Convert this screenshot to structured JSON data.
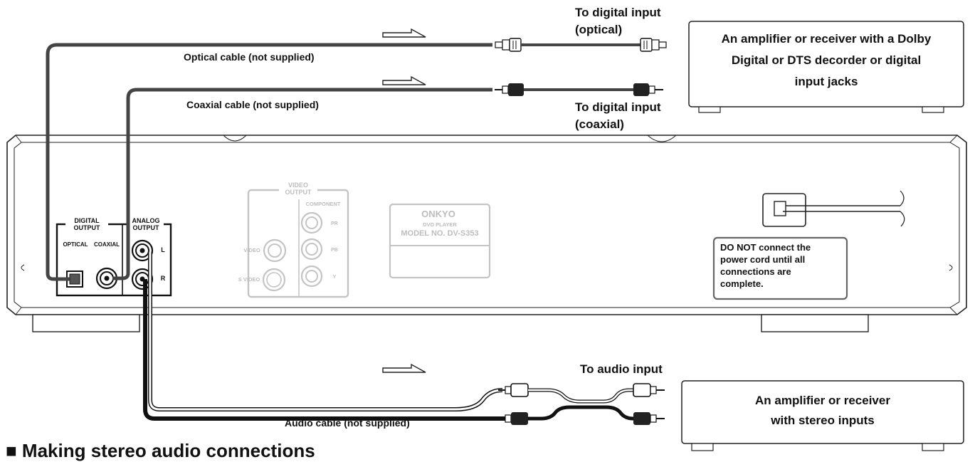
{
  "labels": {
    "to_digital_optical_1": "To digital input",
    "to_digital_optical_2": "(optical)",
    "optical_cable": "Optical cable (not supplied)",
    "coaxial_cable": "Coaxial cable (not supplied)",
    "to_digital_coaxial_1": "To digital input",
    "to_digital_coaxial_2": "(coaxial)",
    "to_audio_input": "To audio input",
    "audio_cable": "Audio cable (not supplied)"
  },
  "amp_digital": {
    "line1": "An amplifier or receiver with a Dolby",
    "line2": "Digital or DTS decorder or digital",
    "line3": "input jacks"
  },
  "amp_stereo": {
    "line1": "An amplifier or receiver",
    "line2": "with stereo inputs"
  },
  "player_panel": {
    "digital_output_1": "DIGITAL",
    "digital_output_2": "OUTPUT",
    "analog_output_1": "ANALOG",
    "analog_output_2": "OUTPUT",
    "optical": "OPTICAL",
    "coaxial": "COAXIAL",
    "left": "L",
    "right": "R",
    "video_output_1": "VIDEO",
    "video_output_2": "OUTPUT",
    "component": "COMPONENT",
    "video": "VIDEO",
    "s_video": "S VIDEO",
    "pr": "PR",
    "pb": "PB",
    "y": "Y",
    "brand": "ONKYO",
    "product": "DVD PLAYER",
    "model": "MODEL NO. DV-S353"
  },
  "warning": {
    "line1": "DO NOT connect the",
    "line2": "power cord until all",
    "line3": "connections are",
    "line4": "complete."
  },
  "section_heading": "■ Making stereo audio connections"
}
